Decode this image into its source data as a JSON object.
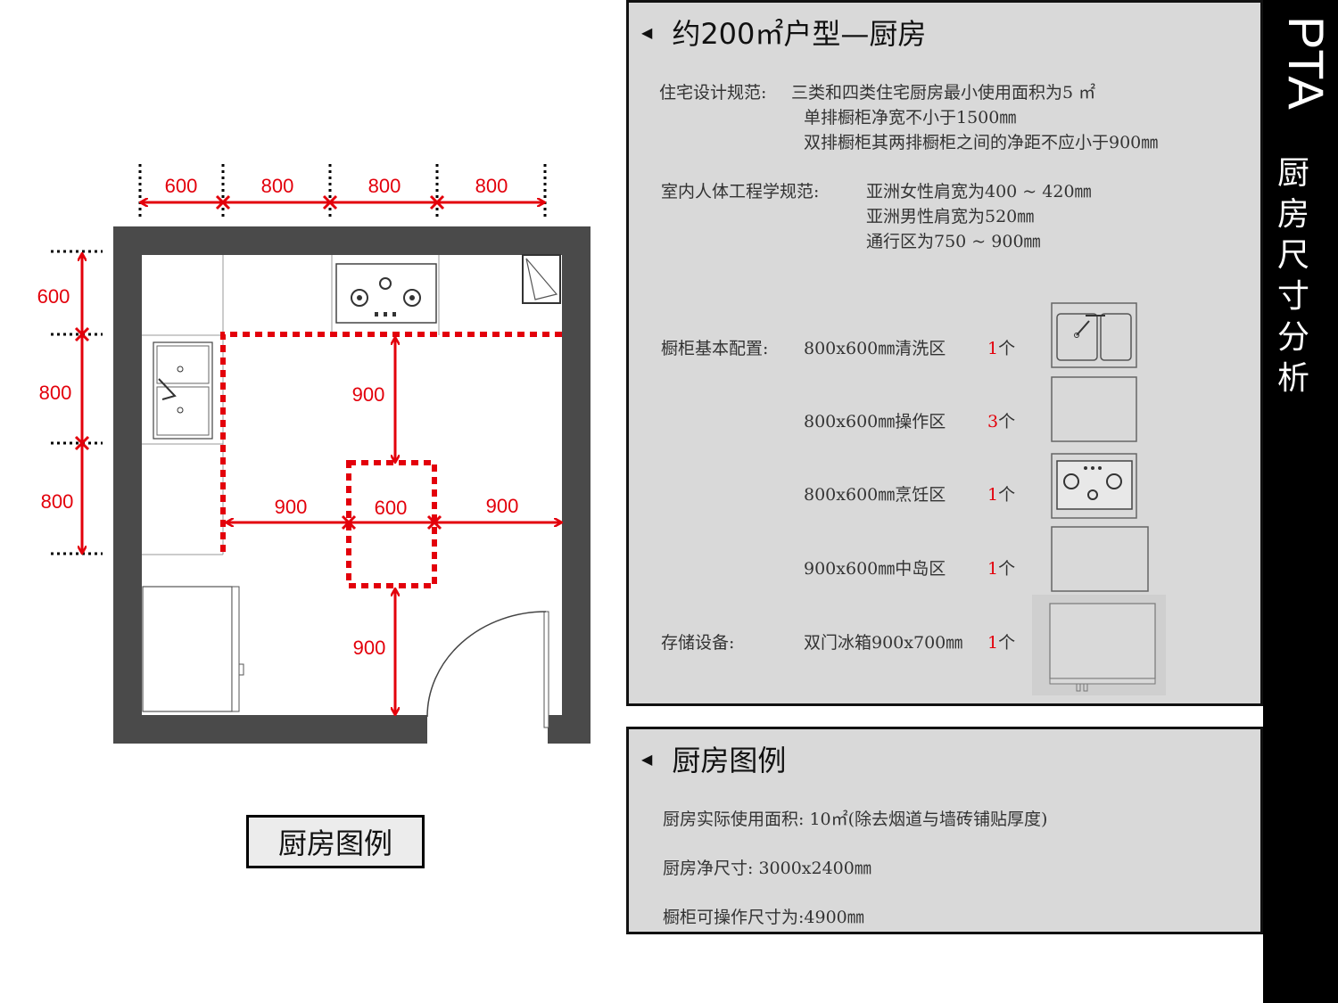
{
  "plan": {
    "dims_top": [
      "600",
      "800",
      "800",
      "800"
    ],
    "dims_left": [
      "600",
      "800",
      "800"
    ],
    "dims_inner": {
      "top_gap": "900",
      "left_gap": "900",
      "island": "600",
      "right_gap": "900",
      "bottom_gap": "900"
    },
    "legend_label": "厨房图例"
  },
  "panel_top": {
    "title": "约200㎡户型—厨房",
    "spec_label": "住宅设计规范:",
    "spec_lines": [
      "三类和四类住宅厨房最小使用面积为5 ㎡",
      "单排橱柜净宽不小于1500㎜",
      "双排橱柜其两排橱柜之间的净距不应小于900㎜"
    ],
    "ergo_label": "室内人体工程学规范:",
    "ergo_lines": [
      "亚洲女性肩宽为400 ~ 420㎜",
      "亚洲男性肩宽为520㎜",
      "通行区为750 ~ 900㎜"
    ],
    "config_label": "橱柜基本配置:",
    "storage_label": "存储设备:",
    "items": [
      {
        "name": "800x600㎜清洗区",
        "count": "1",
        "unit": "个",
        "icon": "sink-icon"
      },
      {
        "name": "800x600㎜操作区",
        "count": "3",
        "unit": "个",
        "icon": "counter-icon"
      },
      {
        "name": "800x600㎜烹饪区",
        "count": "1",
        "unit": "个",
        "icon": "stove-icon"
      },
      {
        "name": "900x600㎜中岛区",
        "count": "1",
        "unit": "个",
        "icon": "island-icon"
      },
      {
        "name": "双门冰箱900x700㎜",
        "count": "1",
        "unit": "个",
        "icon": "fridge-icon"
      }
    ]
  },
  "panel_bottom": {
    "title": "厨房图例",
    "lines": [
      "厨房实际使用面积: 10㎡(除去烟道与墙砖铺贴厚度)",
      "厨房净尺寸:  3000x2400㎜",
      "橱柜可操作尺寸为:4900㎜"
    ]
  },
  "sidebar": {
    "brand": "PTA",
    "title": "厨房尺寸分析"
  },
  "colors": {
    "dimension_red": "#e3000b",
    "wall": "#4a4a4a",
    "panel_bg": "#d9d9d9",
    "sidebar_bg": "#000000"
  }
}
